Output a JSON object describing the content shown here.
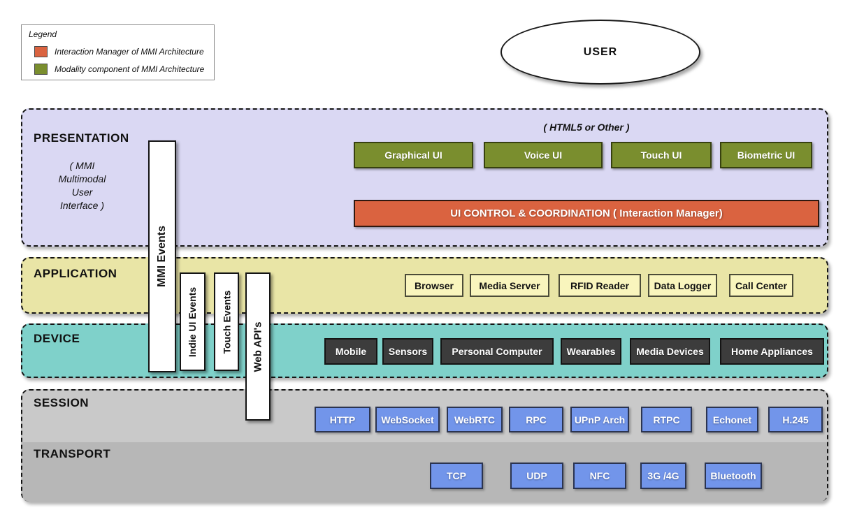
{
  "legend": {
    "title": "Legend",
    "items": [
      {
        "label": "Interaction Manager of MMI Architecture",
        "color": "#da6340"
      },
      {
        "label": "Modality component of MMI Architecture",
        "color": "#7a8e2e"
      }
    ]
  },
  "user": {
    "label": "USER"
  },
  "layers": {
    "presentation": {
      "label": "PRESENTATION",
      "subtitle_lines": [
        "( MMI",
        "Multimodal",
        "User",
        "Interface )"
      ],
      "html5_note": "( HTML5  or Other )",
      "modalities": [
        "Graphical UI",
        "Voice UI",
        "Touch UI",
        "Biometric UI"
      ],
      "interaction_manager": "UI CONTROL & COORDINATION ( Interaction Manager)"
    },
    "application": {
      "label": "APPLICATION",
      "boxes": [
        "Browser",
        "Media Server",
        "RFID Reader",
        "Data Logger",
        "Call Center"
      ]
    },
    "device": {
      "label": "DEVICE",
      "boxes": [
        "Mobile",
        "Sensors",
        "Personal Computer",
        "Wearables",
        "Media Devices",
        "Home Appliances"
      ]
    },
    "session": {
      "label": "SESSION",
      "boxes": [
        "HTTP",
        "WebSocket",
        "WebRTC",
        "RPC",
        "UPnP Arch",
        "RTPC",
        "Echonet",
        "H.245"
      ]
    },
    "transport": {
      "label": "TRANSPORT",
      "boxes": [
        "TCP",
        "UDP",
        "NFC",
        "3G /4G",
        "Bluetooth"
      ]
    }
  },
  "event_bars": [
    {
      "label": "MMI Events"
    },
    {
      "label": "Indie UI Events"
    },
    {
      "label": "Touch Events"
    },
    {
      "label": "Web API's"
    }
  ],
  "colors": {
    "interaction_manager": "#da6340",
    "modality": "#7a8e2e",
    "presentation_bg": "#dad8f3",
    "application_bg": "#e9e5a6",
    "application_box": "#f9f5bd",
    "device_bg": "#7fd1ca",
    "device_box": "#3c3c3c",
    "session_bg": "#c9c9c9",
    "transport_bg": "#b7b7b7",
    "protocol_box": "#7295ea"
  }
}
